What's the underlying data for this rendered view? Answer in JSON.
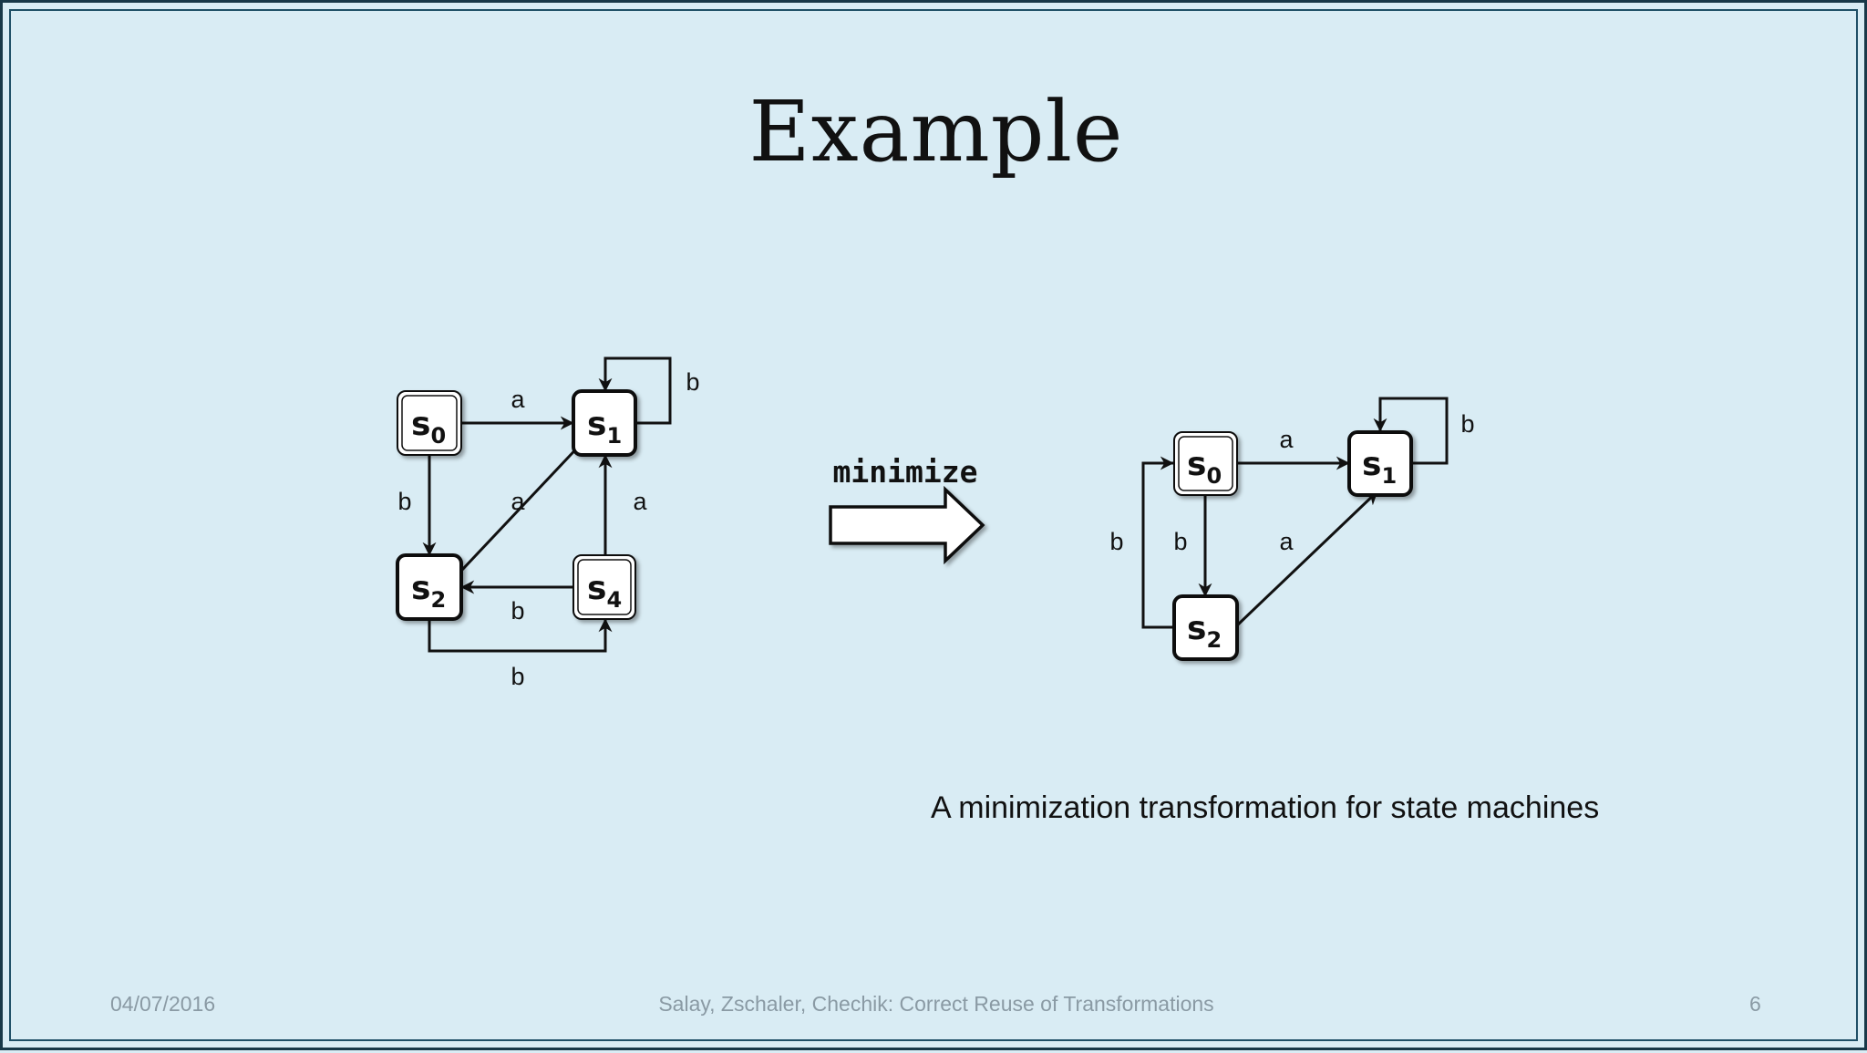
{
  "slide": {
    "title": "Example",
    "caption": "A minimization transformation for state machines"
  },
  "footer": {
    "date": "04/07/2016",
    "center": "Salay, Zschaler, Chechik: Correct Reuse of Transformations",
    "page": "6"
  },
  "transform": {
    "label": "minimize"
  },
  "left_machine": {
    "states": [
      {
        "id": "s0",
        "base": "s",
        "sub": "0",
        "initial": true
      },
      {
        "id": "s1",
        "base": "s",
        "sub": "1",
        "initial": false
      },
      {
        "id": "s2",
        "base": "s",
        "sub": "2",
        "initial": false
      },
      {
        "id": "s4",
        "base": "s",
        "sub": "4",
        "initial": true
      }
    ],
    "transitions": [
      {
        "from": "s0",
        "to": "s1",
        "label": "a"
      },
      {
        "from": "s1",
        "to": "s1",
        "label": "b"
      },
      {
        "from": "s0",
        "to": "s2",
        "label": "b"
      },
      {
        "from": "s2",
        "to": "s1",
        "label": "a"
      },
      {
        "from": "s4",
        "to": "s1",
        "label": "a"
      },
      {
        "from": "s4",
        "to": "s2",
        "label": "b"
      },
      {
        "from": "s2",
        "to": "s4",
        "label": "b"
      }
    ]
  },
  "right_machine": {
    "states": [
      {
        "id": "s0",
        "base": "s",
        "sub": "0",
        "initial": true
      },
      {
        "id": "s1",
        "base": "s",
        "sub": "1",
        "initial": false
      },
      {
        "id": "s2",
        "base": "s",
        "sub": "2",
        "initial": false
      }
    ],
    "transitions": [
      {
        "from": "s0",
        "to": "s1",
        "label": "a"
      },
      {
        "from": "s1",
        "to": "s1",
        "label": "b"
      },
      {
        "from": "s0",
        "to": "s2",
        "label": "b"
      },
      {
        "from": "s2",
        "to": "s0",
        "label": "b"
      },
      {
        "from": "s2",
        "to": "s1",
        "label": "a"
      }
    ]
  }
}
